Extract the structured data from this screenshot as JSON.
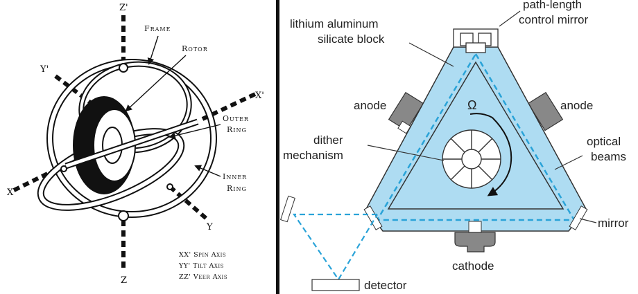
{
  "gyroscope": {
    "axis_labels": {
      "z_top": "Z'",
      "z_bottom": "Z",
      "x_left": "X",
      "x_right": "X'",
      "y_top": "Y'",
      "y_bottom": "Y"
    },
    "part_labels": {
      "frame": "Frame",
      "rotor": "Rotor",
      "outer_ring_1": "Outer",
      "outer_ring_2": "Ring",
      "inner_ring_1": "Inner",
      "inner_ring_2": "Ring"
    },
    "legend": [
      "XX' Spin Axis",
      "YY' Tilt Axis",
      "ZZ' Veer Axis"
    ]
  },
  "ring_laser": {
    "labels": {
      "path_mirror_1": "path-length",
      "path_mirror_2": "control mirror",
      "block_1": "lithium aluminum",
      "block_2": "silicate block",
      "anode_left": "anode",
      "anode_right": "anode",
      "dither_1": "dither",
      "dither_2": "mechanism",
      "beams_1": "optical",
      "beams_2": "beams",
      "omega": "Ω",
      "mirror": "mirror",
      "cathode": "cathode",
      "detector": "detector"
    },
    "colors": {
      "block_fill": "#aedcf2",
      "beam": "#2aa3d8",
      "divider": "#111111"
    }
  }
}
